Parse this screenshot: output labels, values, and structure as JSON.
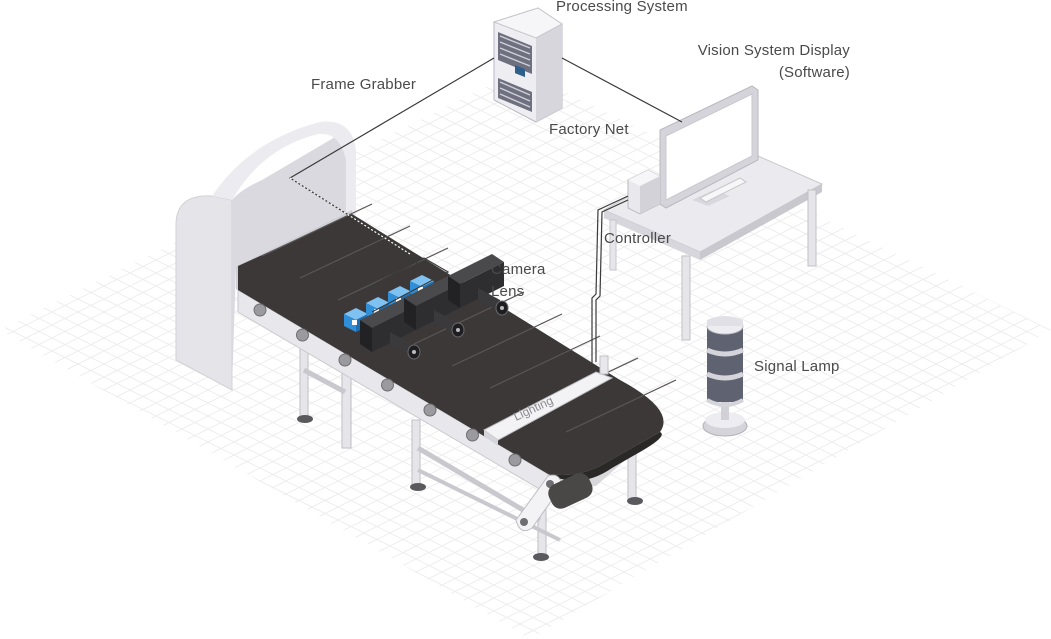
{
  "labels": {
    "processing_system": "Processing System",
    "vision_display": "Vision System Display\n(Software)",
    "frame_grabber": "Frame Grabber",
    "factory_net": "Factory Net",
    "controller": "Controller",
    "camera_lens": "Camera\nLens",
    "signal_lamp": "Signal Lamp",
    "lighting": "Lighting"
  },
  "colors": {
    "text": "#4a4a4a",
    "belt": "#3b3837",
    "grid": "#e9e9e9",
    "frame": "#e3e3e8",
    "camera_body": "#2e2e30",
    "box_accent": "#2f8fd8",
    "cable": "#3a3a3a"
  }
}
